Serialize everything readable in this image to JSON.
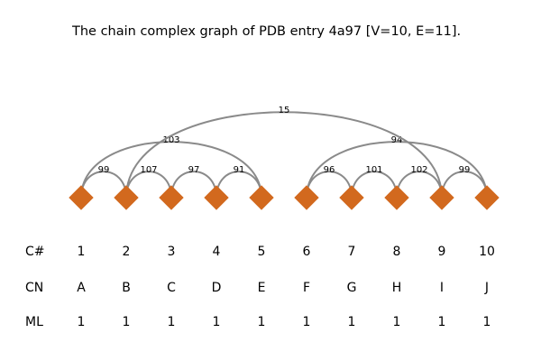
{
  "title": "The chain complex graph of PDB entry 4a97 [V=10, E=11].",
  "colors": {
    "node": "#d2691e",
    "edge": "#8a8a8a"
  },
  "nodes": [
    {
      "c": "1",
      "cn": "A",
      "ml": "1"
    },
    {
      "c": "2",
      "cn": "B",
      "ml": "1"
    },
    {
      "c": "3",
      "cn": "C",
      "ml": "1"
    },
    {
      "c": "4",
      "cn": "D",
      "ml": "1"
    },
    {
      "c": "5",
      "cn": "E",
      "ml": "1"
    },
    {
      "c": "6",
      "cn": "F",
      "ml": "1"
    },
    {
      "c": "7",
      "cn": "G",
      "ml": "1"
    },
    {
      "c": "8",
      "cn": "H",
      "ml": "1"
    },
    {
      "c": "9",
      "cn": "I",
      "ml": "1"
    },
    {
      "c": "10",
      "cn": "J",
      "ml": "1"
    }
  ],
  "edges": [
    {
      "from": 1,
      "to": 2,
      "label": "99"
    },
    {
      "from": 2,
      "to": 3,
      "label": "107"
    },
    {
      "from": 3,
      "to": 4,
      "label": "97"
    },
    {
      "from": 4,
      "to": 5,
      "label": "91"
    },
    {
      "from": 1,
      "to": 5,
      "label": "103"
    },
    {
      "from": 6,
      "to": 7,
      "label": "96"
    },
    {
      "from": 7,
      "to": 8,
      "label": "101"
    },
    {
      "from": 8,
      "to": 9,
      "label": "102"
    },
    {
      "from": 9,
      "to": 10,
      "label": "99"
    },
    {
      "from": 6,
      "to": 10,
      "label": "94"
    },
    {
      "from": 2,
      "to": 9,
      "label": "15"
    }
  ],
  "rows": {
    "c_header": "C#",
    "cn_header": "CN",
    "ml_header": "ML"
  }
}
